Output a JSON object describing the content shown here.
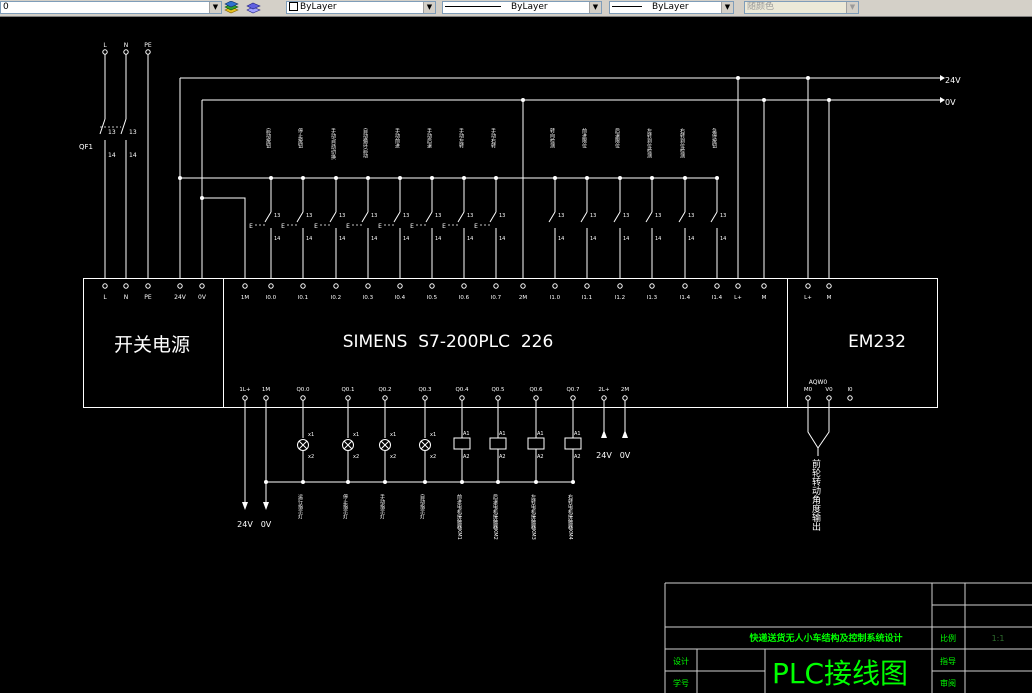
{
  "toolbar": {
    "layer_value": "0",
    "color_value": "ByLayer",
    "linetype_value": "ByLayer",
    "lineweight_value": "ByLayer",
    "plotstyle_value": "随颜色"
  },
  "diagram": {
    "colors": {
      "line": "#ffffff",
      "label": "#ffffff",
      "green": "#00ff00",
      "background": "#000000"
    },
    "bus": {
      "plus": "24V",
      "minus": "0V"
    },
    "supply": {
      "inputs": [
        "L",
        "N",
        "PE"
      ],
      "breaker": "QF1",
      "breaker_top": "13",
      "breaker_bot": "14"
    },
    "power_module": {
      "label": "开关电源",
      "terminals": [
        "L",
        "N",
        "PE",
        "24V",
        "0V"
      ]
    },
    "plc": {
      "label": "SIMENS  S7-200PLC  226",
      "top_terminals": [
        "1M",
        "I0.0",
        "I0.1",
        "I0.2",
        "I0.3",
        "I0.4",
        "I0.5",
        "I0.6",
        "I0.7",
        "2M",
        "I1.0",
        "I1.1",
        "I1.2",
        "I1.3",
        "I1.4",
        "I1.4",
        "L+",
        "M"
      ],
      "bottom_terminals": [
        "1L+",
        "1M",
        "Q0.0",
        "Q0.1",
        "Q0.2",
        "Q0.3",
        "Q0.4",
        "Q0.5",
        "Q0.6",
        "Q0.7",
        "2L+",
        "2M"
      ]
    },
    "em": {
      "label": "EM232",
      "top_terminals": [
        "L+",
        "M"
      ],
      "aq_label": "AQW0",
      "bottom_terminals": [
        "M0",
        "V0",
        "I0"
      ],
      "output_label": "前轮转动角度输出"
    },
    "switch": {
      "top": "13",
      "bot": "14",
      "prefix": "E"
    },
    "input_labels": [
      "启动按钮",
      "停止按钮",
      "手动/自动切换",
      "自动循环启动",
      "手动前进",
      "手动后退",
      "手动左转",
      "手动右转",
      "转向检测",
      "前进限位",
      "后退限位",
      "左转到位检测",
      "右转到位检测",
      "急停按钮"
    ],
    "lamp": {
      "top": "x1",
      "bot": "x2"
    },
    "coil": {
      "top": "A1",
      "bot": "A2"
    },
    "output_labels": [
      "运行指示灯",
      "停止指示灯",
      "手动指示灯",
      "自动指示灯",
      "前进电机接触器KM1",
      "后退电机接触器KM2",
      "左转电机接触器KM3",
      "右转电机接触器KM4"
    ],
    "output_supply": [
      "24V",
      "0V"
    ]
  },
  "title_block": {
    "project": "快递送货无人小车结构及控制系统设计",
    "scale_label": "比例",
    "scale_value": "1:1",
    "designer_label": "设计",
    "reviewer_label": "指导",
    "student_no_label": "学号",
    "review_label": "审阅",
    "drawing_title": "PLC接线图"
  }
}
